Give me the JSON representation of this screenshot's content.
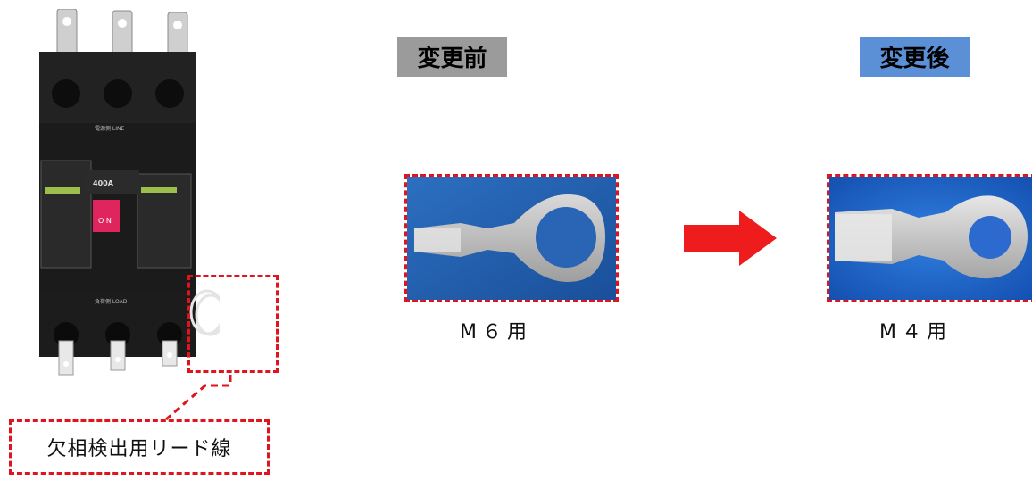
{
  "labels": {
    "before": "変更前",
    "after": "変更後",
    "lead_wire": "欠相検出用リード線",
    "before_caption": "M６用",
    "after_caption": "M４用"
  },
  "breaker": {
    "rating": "400A",
    "switch_on": "O N",
    "line_label": "電源側 LINE",
    "load_label": "負荷側 LOAD"
  },
  "colors": {
    "before_badge": "#9b9b9b",
    "after_badge": "#5b8fd6",
    "dashed_red": "#e0141e",
    "arrow_red": "#ee1c1c"
  }
}
